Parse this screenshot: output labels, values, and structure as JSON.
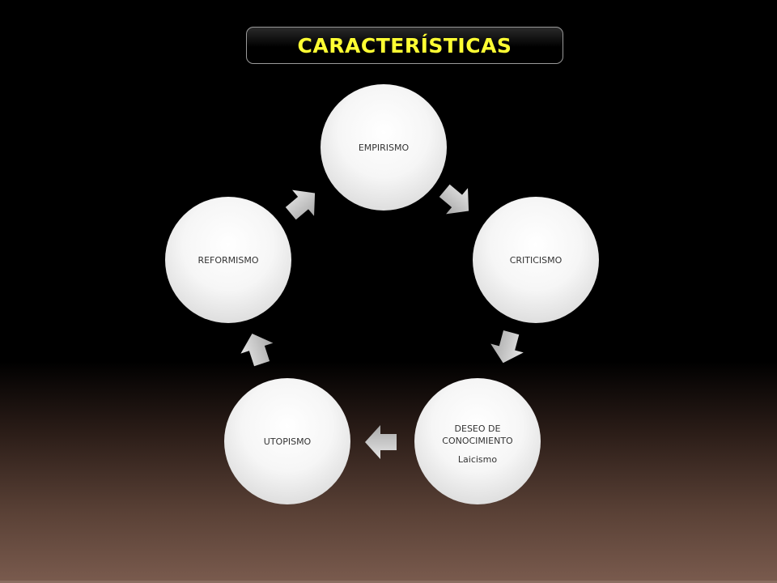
{
  "title": "CARACTERÍSTICAS",
  "cycle": {
    "nodes": [
      {
        "id": "empirismo",
        "label": "EMPIRISMO",
        "sub": ""
      },
      {
        "id": "criticismo",
        "label": "CRITICISMO",
        "sub": ""
      },
      {
        "id": "deseo",
        "label": "DESEO DE CONOCIMIENTO",
        "sub": "Laicismo"
      },
      {
        "id": "utopismo",
        "label": "UTOPISMO",
        "sub": ""
      },
      {
        "id": "reformismo",
        "label": "REFORMISMO",
        "sub": ""
      }
    ],
    "flow": [
      "EMPIRISMO→CRITICISMO",
      "CRITICISMO→DESEO DE CONOCIMIENTO",
      "DESEO DE CONOCIMIENTO→UTOPISMO",
      "UTOPISMO→REFORMISMO",
      "REFORMISMO→EMPIRISMO"
    ]
  },
  "colors": {
    "title_text": "#ffff33",
    "node_fill": "#f6f6f6",
    "arrow_fill": "#c8c8c8",
    "background_top": "#000000",
    "background_bottom": "#7a5b4e"
  }
}
